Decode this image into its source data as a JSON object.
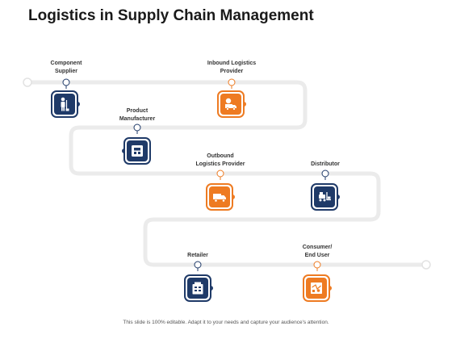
{
  "title": "Logistics in Supply Chain Management",
  "steps": [
    {
      "line1": "Component",
      "line2": "Supplier",
      "color": "#1f3a68",
      "icon": "worker-icon"
    },
    {
      "line1": "Product",
      "line2": "Manufacturer",
      "color": "#1f3a68",
      "icon": "machine-icon"
    },
    {
      "line1": "Inbound Logistics",
      "line2": "Provider",
      "color": "#ee7b22",
      "icon": "delivery-truck-icon"
    },
    {
      "line1": "Outbound",
      "line2": "Logistics Provider",
      "color": "#ee7b22",
      "icon": "truck-icon"
    },
    {
      "line1": "Distributor",
      "line2": "",
      "color": "#1f3a68",
      "icon": "forklift-icon"
    },
    {
      "line1": "Retailer",
      "line2": "",
      "color": "#1f3a68",
      "icon": "store-icon"
    },
    {
      "line1": "Consumer/",
      "line2": "End User",
      "color": "#ee7b22",
      "icon": "map-icon"
    }
  ],
  "footer": "This slide is 100% editable. Adapt it to your needs and capture your audience's attention."
}
